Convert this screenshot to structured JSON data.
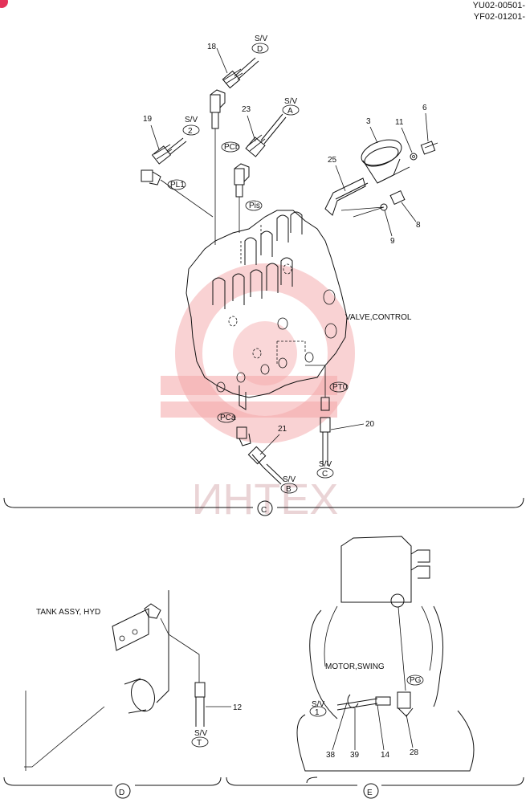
{
  "header": {
    "codes": [
      "YU02-00501-",
      "YF02-01201-"
    ]
  },
  "views": {
    "C": {
      "letter": "C",
      "title": "VALVE,CONTROL",
      "ports": {
        "pcb": "PCb",
        "pl1": "PL1",
        "pis": "Pis",
        "pto": "PT0",
        "pca": "PCa"
      },
      "sv": [
        {
          "text": "S/V",
          "tag": "D"
        },
        {
          "text": "S/V",
          "tag": "A"
        },
        {
          "text": "S/V",
          "tag": "2"
        },
        {
          "text": "S/V",
          "tag": "B"
        },
        {
          "text": "S/V",
          "tag": "C"
        }
      ],
      "parts": [
        "18",
        "23",
        "19",
        "3",
        "11",
        "6",
        "25",
        "8",
        "9",
        "21",
        "20"
      ]
    },
    "D": {
      "letter": "D",
      "title": "TANK ASSY, HYD",
      "sv": {
        "text": "S/V",
        "tag": "T"
      },
      "parts": [
        "12"
      ]
    },
    "E": {
      "letter": "E",
      "title": "MOTOR,SWING",
      "port": "PG",
      "sv": {
        "text": "S/V",
        "tag": "1"
      },
      "parts": [
        "38",
        "39",
        "14",
        "28"
      ]
    }
  },
  "watermark": {
    "text": "ИНТЕХ",
    "color": "#f4a6a8"
  }
}
